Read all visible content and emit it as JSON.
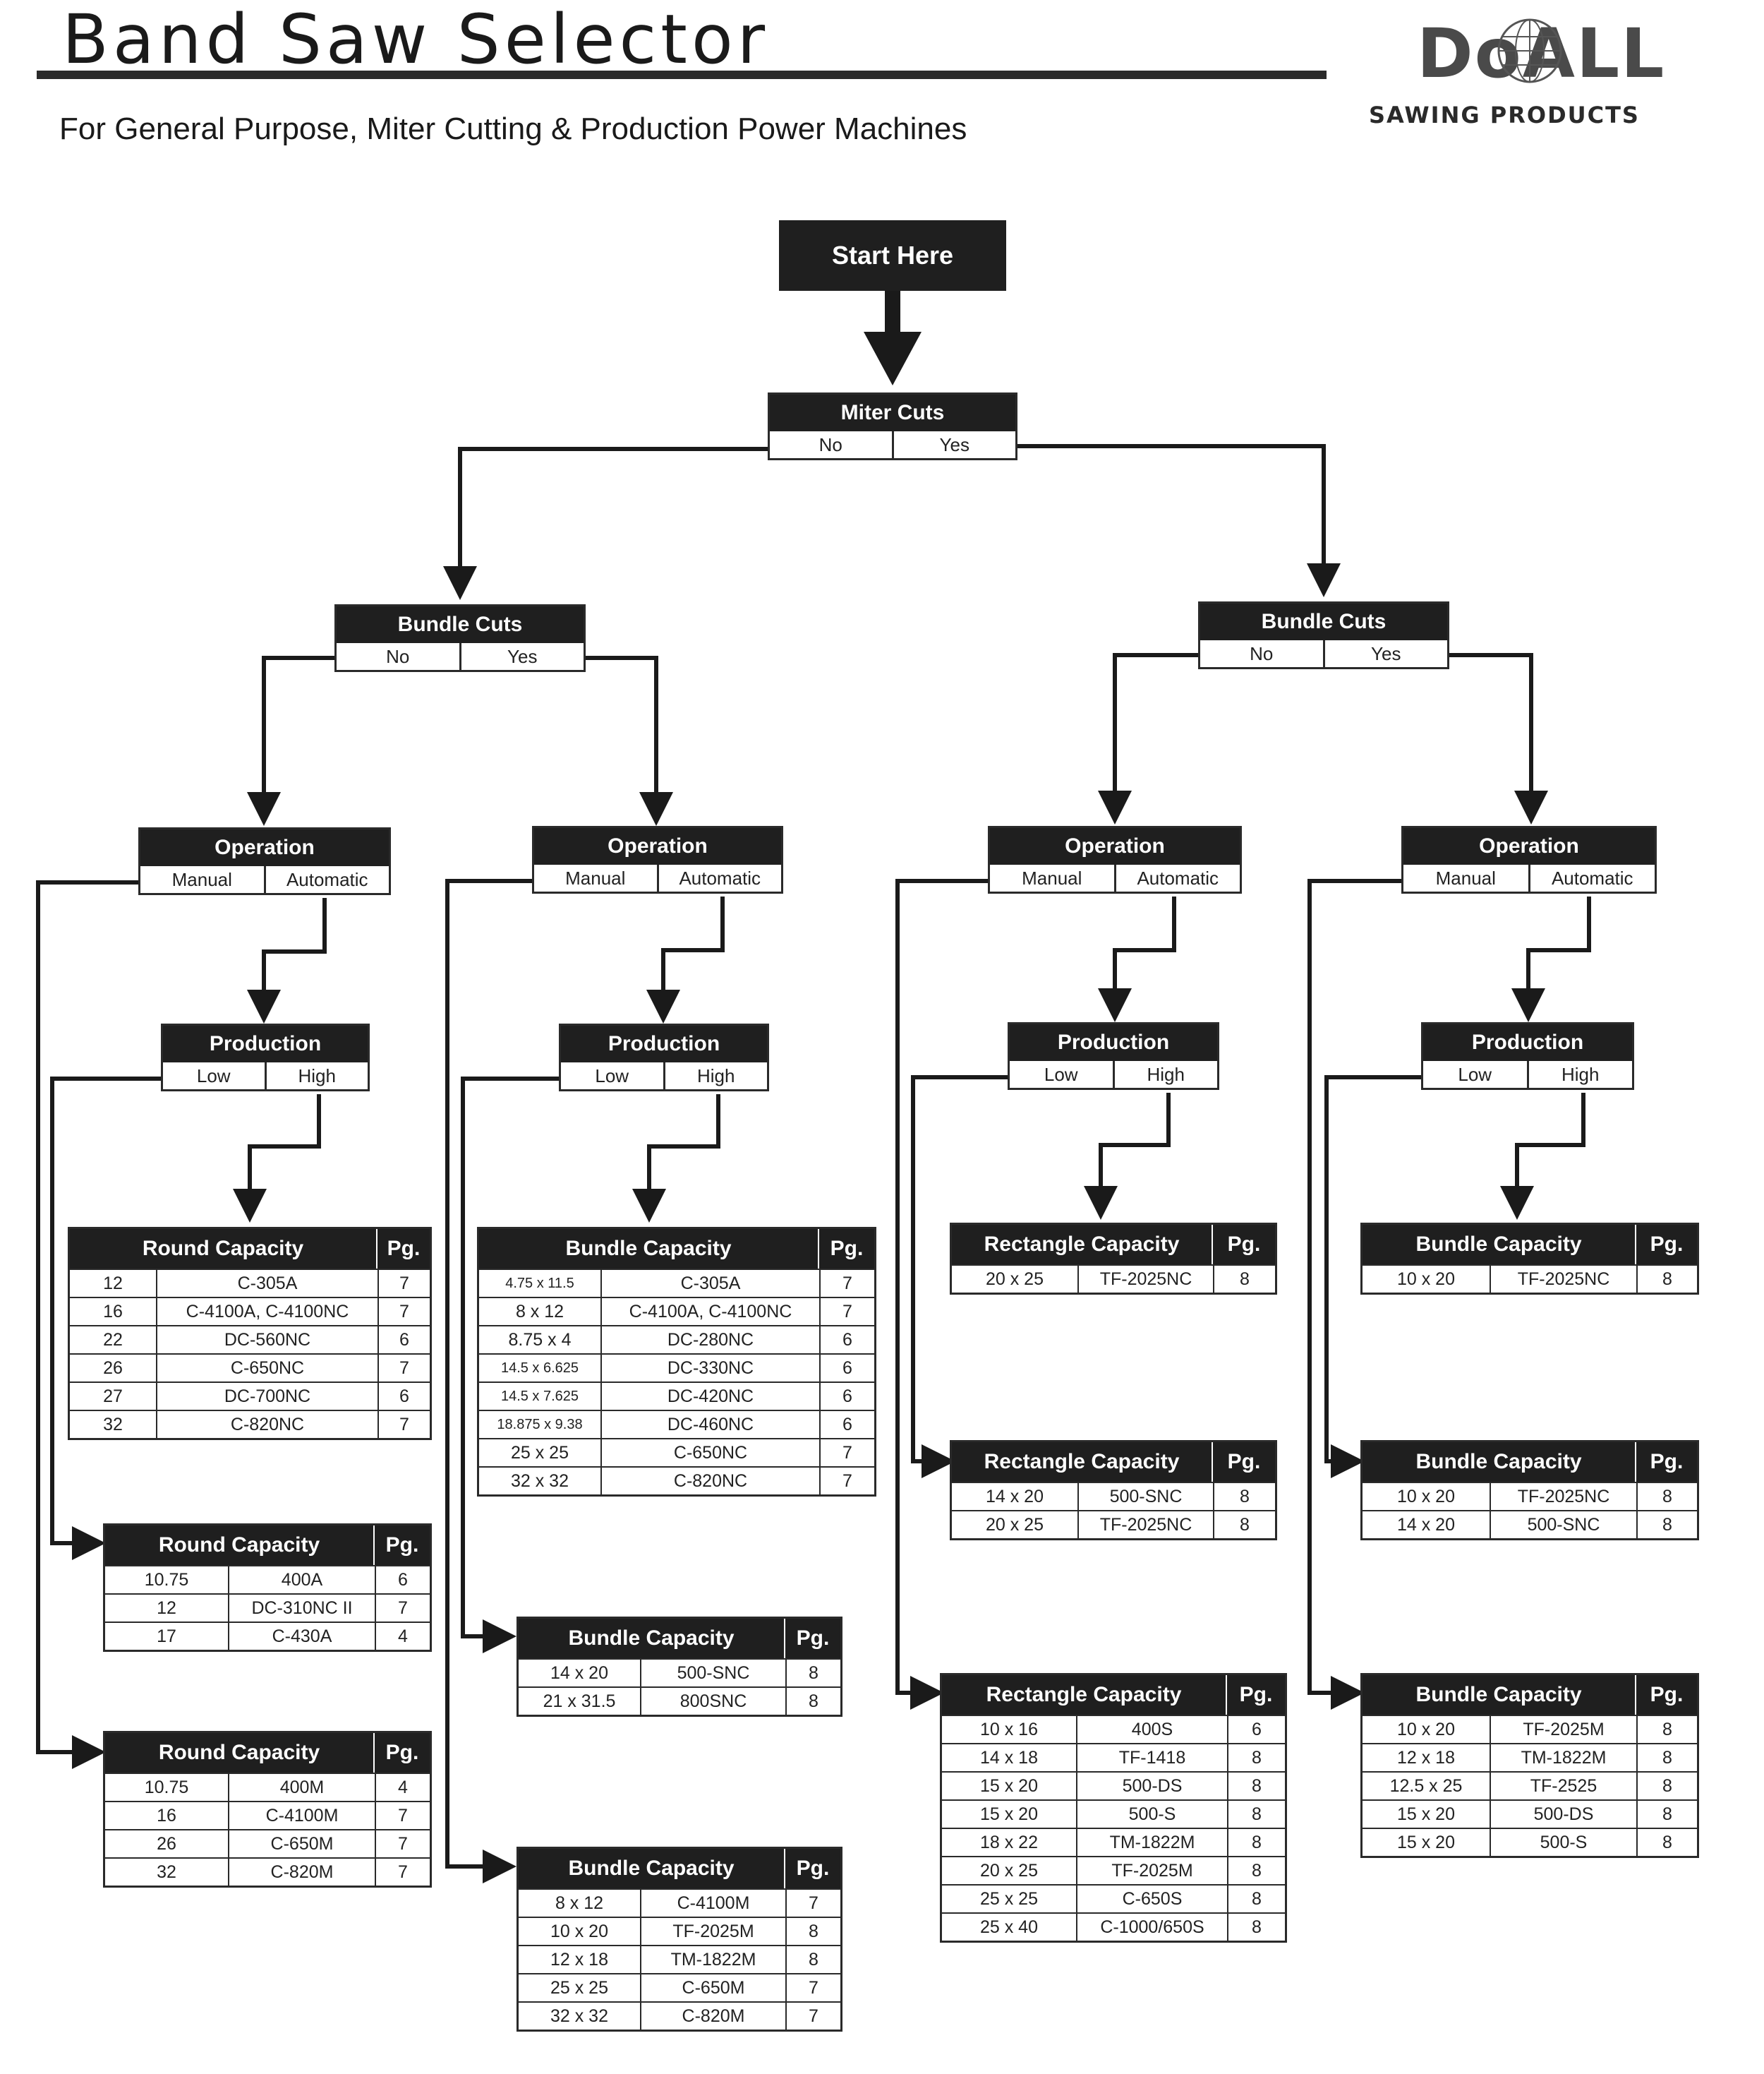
{
  "header": {
    "title": "Band Saw Selector",
    "subtitle": "For General Purpose, Miter Cutting & Production Power Machines",
    "logo_text": "DoALL",
    "logo_subtext": "SAWING PRODUCTS",
    "logo_icon": "globe-icon"
  },
  "start": {
    "label": "Start Here"
  },
  "miter": {
    "title": "Miter Cuts",
    "opt1": "No",
    "opt2": "Yes"
  },
  "bundle_left": {
    "title": "Bundle Cuts",
    "opt1": "No",
    "opt2": "Yes"
  },
  "bundle_right": {
    "title": "Bundle Cuts",
    "opt1": "No",
    "opt2": "Yes"
  },
  "op1": {
    "title": "Operation",
    "opt1": "Manual",
    "opt2": "Automatic"
  },
  "op2": {
    "title": "Operation",
    "opt1": "Manual",
    "opt2": "Automatic"
  },
  "op3": {
    "title": "Operation",
    "opt1": "Manual",
    "opt2": "Automatic"
  },
  "op4": {
    "title": "Operation",
    "opt1": "Manual",
    "opt2": "Automatic"
  },
  "prod1": {
    "title": "Production",
    "opt1": "Low",
    "opt2": "High"
  },
  "prod2": {
    "title": "Production",
    "opt1": "Low",
    "opt2": "High"
  },
  "prod3": {
    "title": "Production",
    "opt1": "Low",
    "opt2": "High"
  },
  "prod4": {
    "title": "Production",
    "opt1": "Low",
    "opt2": "High"
  },
  "tables": {
    "t1": {
      "header": "Round Capacity",
      "pg": "Pg.",
      "rows": [
        [
          "12",
          "C-305A",
          "7"
        ],
        [
          "16",
          "C-4100A, C-4100NC",
          "7"
        ],
        [
          "22",
          "DC-560NC",
          "6"
        ],
        [
          "26",
          "C-650NC",
          "7"
        ],
        [
          "27",
          "DC-700NC",
          "6"
        ],
        [
          "32",
          "C-820NC",
          "7"
        ]
      ]
    },
    "t2": {
      "header": "Round Capacity",
      "pg": "Pg.",
      "rows": [
        [
          "10.75",
          "400A",
          "6"
        ],
        [
          "12",
          "DC-310NC II",
          "7"
        ],
        [
          "17",
          "C-430A",
          "4"
        ]
      ]
    },
    "t3": {
      "header": "Round Capacity",
      "pg": "Pg.",
      "rows": [
        [
          "10.75",
          "400M",
          "4"
        ],
        [
          "16",
          "C-4100M",
          "7"
        ],
        [
          "26",
          "C-650M",
          "7"
        ],
        [
          "32",
          "C-820M",
          "7"
        ]
      ]
    },
    "t4": {
      "header": "Bundle Capacity",
      "pg": "Pg.",
      "rows": [
        [
          "4.75 x 11.5",
          "C-305A",
          "7"
        ],
        [
          "8 x 12",
          "C-4100A, C-4100NC",
          "7"
        ],
        [
          "8.75 x 4",
          "DC-280NC",
          "6"
        ],
        [
          "14.5 x 6.625",
          "DC-330NC",
          "6"
        ],
        [
          "14.5 x 7.625",
          "DC-420NC",
          "6"
        ],
        [
          "18.875 x 9.38",
          "DC-460NC",
          "6"
        ],
        [
          "25 x 25",
          "C-650NC",
          "7"
        ],
        [
          "32 x 32",
          "C-820NC",
          "7"
        ]
      ]
    },
    "t5": {
      "header": "Bundle Capacity",
      "pg": "Pg.",
      "rows": [
        [
          "14 x 20",
          "500-SNC",
          "8"
        ],
        [
          "21 x 31.5",
          "800SNC",
          "8"
        ]
      ]
    },
    "t6": {
      "header": "Bundle Capacity",
      "pg": "Pg.",
      "rows": [
        [
          "8 x 12",
          "C-4100M",
          "7"
        ],
        [
          "10 x 20",
          "TF-2025M",
          "8"
        ],
        [
          "12 x 18",
          "TM-1822M",
          "8"
        ],
        [
          "25 x 25",
          "C-650M",
          "7"
        ],
        [
          "32 x 32",
          "C-820M",
          "7"
        ]
      ]
    },
    "t7": {
      "header": "Rectangle Capacity",
      "pg": "Pg.",
      "rows": [
        [
          "20 x 25",
          "TF-2025NC",
          "8"
        ]
      ]
    },
    "t8": {
      "header": "Rectangle Capacity",
      "pg": "Pg.",
      "rows": [
        [
          "14 x 20",
          "500-SNC",
          "8"
        ],
        [
          "20 x 25",
          "TF-2025NC",
          "8"
        ]
      ]
    },
    "t9": {
      "header": "Rectangle Capacity",
      "pg": "Pg.",
      "rows": [
        [
          "10 x 16",
          "400S",
          "6"
        ],
        [
          "14 x 18",
          "TF-1418",
          "8"
        ],
        [
          "15 x 20",
          "500-DS",
          "8"
        ],
        [
          "15 x 20",
          "500-S",
          "8"
        ],
        [
          "18 x 22",
          "TM-1822M",
          "8"
        ],
        [
          "20 x 25",
          "TF-2025M",
          "8"
        ],
        [
          "25 x 25",
          "C-650S",
          "8"
        ],
        [
          "25 x 40",
          "C-1000/650S",
          "8"
        ]
      ]
    },
    "t10": {
      "header": "Bundle Capacity",
      "pg": "Pg.",
      "rows": [
        [
          "10 x 20",
          "TF-2025NC",
          "8"
        ]
      ]
    },
    "t11": {
      "header": "Bundle Capacity",
      "pg": "Pg.",
      "rows": [
        [
          "10 x 20",
          "TF-2025NC",
          "8"
        ],
        [
          "14 x 20",
          "500-SNC",
          "8"
        ]
      ]
    },
    "t12": {
      "header": "Bundle Capacity",
      "pg": "Pg.",
      "rows": [
        [
          "10 x 20",
          "TF-2025M",
          "8"
        ],
        [
          "12 x 18",
          "TM-1822M",
          "8"
        ],
        [
          "12.5 x 25",
          "TF-2525",
          "8"
        ],
        [
          "15 x 20",
          "500-DS",
          "8"
        ],
        [
          "15 x 20",
          "500-S",
          "8"
        ]
      ]
    }
  }
}
